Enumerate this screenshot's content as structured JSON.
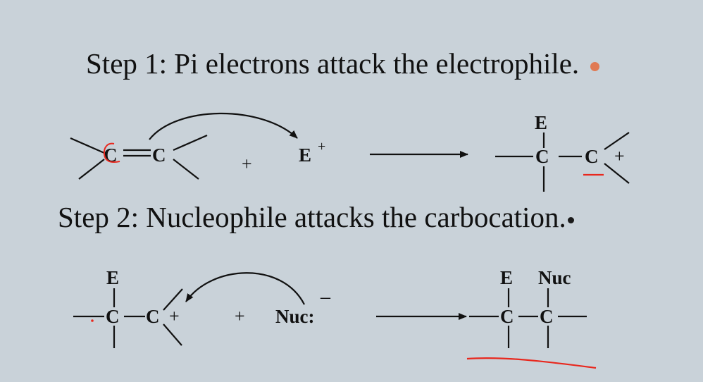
{
  "slide": {
    "step1": {
      "title": "Step 1:  Pi electrons attack the electrophile.",
      "bullet_color": "#e07a54",
      "reactant_atoms": [
        "C",
        "C"
      ],
      "plus": "+",
      "electrophile": "E",
      "electrophile_charge": "+",
      "product_atoms": [
        "E",
        "C",
        "C"
      ],
      "product_charge": "+"
    },
    "step2": {
      "title": "Step 2:  Nucleophile attacks the carbocation.",
      "bullet_color": "#1a1a1a",
      "reactant_atoms": [
        "E",
        "C",
        "C"
      ],
      "reactant_charge": "+",
      "plus": "+",
      "nucleophile": "Nuc:",
      "nucleophile_charge": "–",
      "product_atoms": [
        "E",
        "Nuc",
        "C",
        "C"
      ]
    },
    "annotation_color": "#e8281e"
  }
}
